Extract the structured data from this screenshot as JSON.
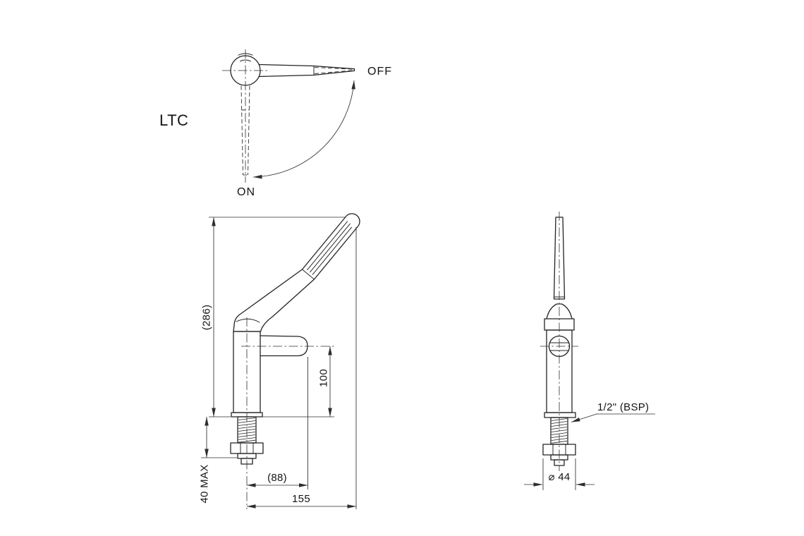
{
  "drawing": {
    "model_label": "LTC",
    "positions": {
      "off": "OFF",
      "on": "ON"
    },
    "dimensions": {
      "overall_height": "(286)",
      "spout_height": "100",
      "deck_max": "40 MAX",
      "spout_reach": "(88)",
      "overall_reach": "155",
      "thread_size": "1/2\" (BSP)",
      "base_diameter": "⌀ 44"
    },
    "colors": {
      "line": "#232323",
      "background": "#ffffff"
    }
  }
}
